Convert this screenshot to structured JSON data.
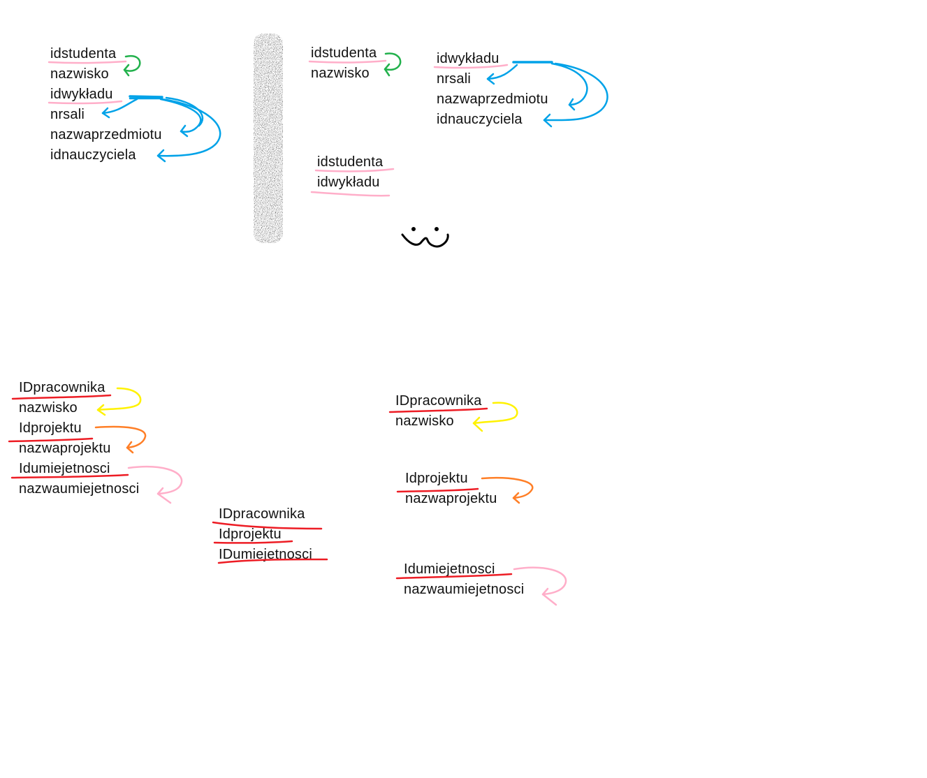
{
  "top": {
    "left_table": {
      "rows": [
        "idstudenta",
        "nazwisko",
        "idwykładu",
        "nrsali",
        "nazwaprzedmiotu",
        "idnauczyciela"
      ]
    },
    "student_table": {
      "rows": [
        "idstudenta",
        "nazwisko"
      ]
    },
    "lecture_table": {
      "rows": [
        "idwykładu",
        "nrsali",
        "nazwaprzedmiotu",
        "idnauczyciela"
      ]
    },
    "link_table": {
      "rows": [
        "idstudenta",
        "idwykładu"
      ]
    }
  },
  "bottom": {
    "left_table": {
      "rows": [
        "IDpracownika",
        "nazwisko",
        "Idprojektu",
        "nazwaprojektu",
        "Idumiejetnosci",
        "nazwaumiejetnosci"
      ]
    },
    "link_table": {
      "rows": [
        "IDpracownika",
        "Idprojektu",
        "IDumiejetnosci"
      ]
    },
    "employee_table": {
      "rows": [
        "IDpracownika",
        "nazwisko"
      ]
    },
    "project_table": {
      "rows": [
        "Idprojektu",
        "nazwaprojektu"
      ]
    },
    "skill_table": {
      "rows": [
        "Idumiejetnosci",
        "nazwaumiejetnosci"
      ]
    }
  },
  "colors": {
    "green": "#22b14c",
    "blue": "#00a2e8",
    "pink": "#ffaec9",
    "red": "#ed1c24",
    "yellow": "#fff200",
    "orange": "#ff7f27",
    "black": "#000000"
  }
}
